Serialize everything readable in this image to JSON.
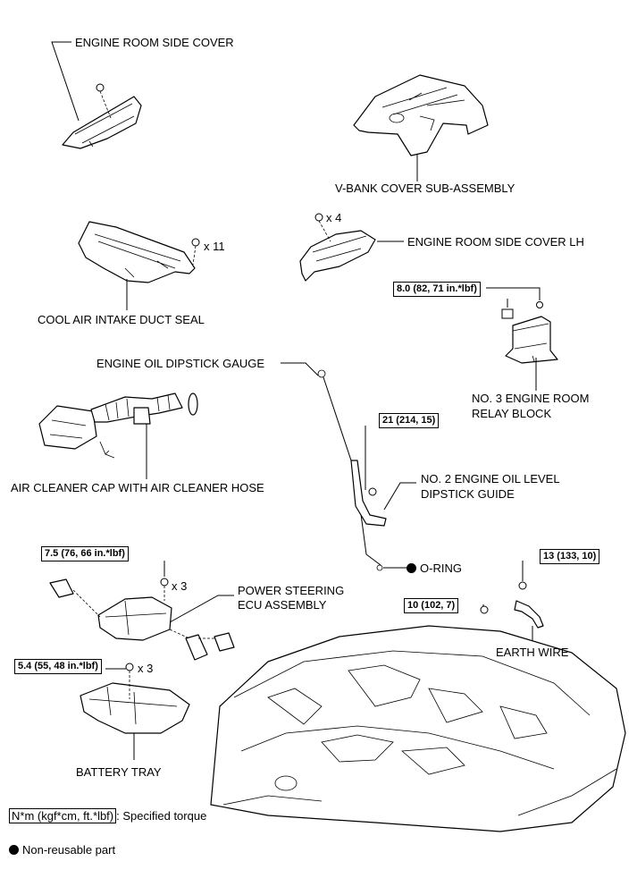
{
  "parts": {
    "engine_room_side_cover": "ENGINE ROOM SIDE COVER",
    "v_bank_cover": "V-BANK COVER SUB-ASSEMBLY",
    "engine_room_side_cover_lh": "ENGINE ROOM SIDE COVER LH",
    "cool_air_intake_duct_seal": "COOL AIR INTAKE DUCT SEAL",
    "engine_oil_dipstick_gauge": "ENGINE OIL DIPSTICK GAUGE",
    "no3_relay_block_line1": "NO. 3 ENGINE ROOM",
    "no3_relay_block_line2": "RELAY BLOCK",
    "air_cleaner_cap": "AIR CLEANER CAP WITH AIR CLEANER HOSE",
    "no2_dipstick_guide_line1": "NO. 2 ENGINE OIL LEVEL",
    "no2_dipstick_guide_line2": "DIPSTICK GUIDE",
    "o_ring": "O-RING",
    "power_steering_ecu_line1": "POWER STEERING",
    "power_steering_ecu_line2": "ECU ASSEMBLY",
    "earth_wire": "EARTH WIRE",
    "battery_tray": "BATTERY TRAY"
  },
  "quantities": {
    "cover_lh_bolts": "x 4",
    "duct_seal_clips": "x 11",
    "ecu_bolts": "x 3",
    "tray_bolts": "x 3"
  },
  "torques": {
    "relay_block": "8.0 (82, 71 in.*lbf)",
    "dipstick_guide": "21 (214, 15)",
    "ecu": "7.5 (76, 66 in.*lbf)",
    "earth_wire_upper": "13 (133, 10)",
    "earth_wire_lower": "10 (102, 7)",
    "battery_tray": "5.4 (55, 48 in.*lbf)"
  },
  "legend": {
    "torque_unit": "N*m (kgf*cm, ft.*lbf)",
    "torque_desc": ": Specified torque",
    "non_reusable": "Non-reusable part"
  }
}
